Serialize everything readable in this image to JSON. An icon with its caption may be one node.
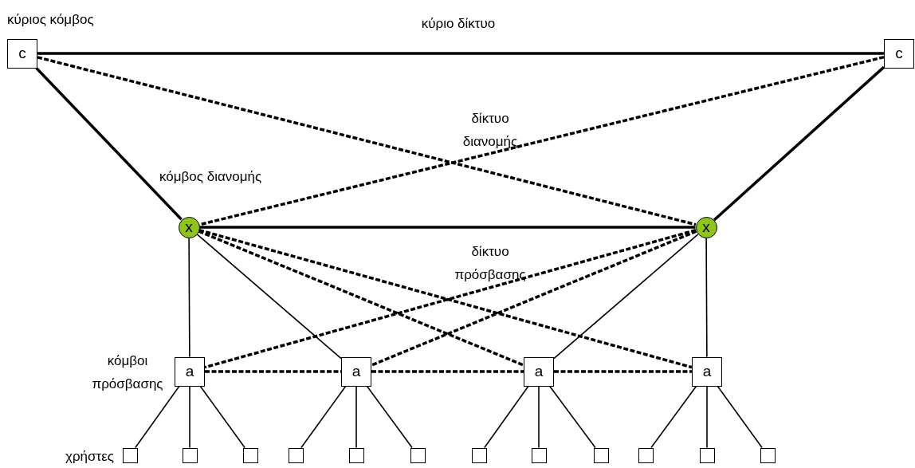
{
  "diagram": {
    "nodes": [
      {
        "text": [
          "c"
        ],
        "beside": [
          "κύριος κόμβος"
        ]
      },
      {
        "text": [
          "c"
        ]
      },
      {
        "text": [
          "x"
        ],
        "beside": [
          "κόμβος διανομής"
        ]
      },
      {
        "text": [
          "x"
        ]
      },
      {
        "text": [
          "a"
        ],
        "beside": [
          "κόμβοι πρόσβασης"
        ]
      },
      {
        "text": [
          "a"
        ]
      },
      {
        "text": [
          "a"
        ]
      },
      {
        "text": [
          "a"
        ]
      },
      {
        "text": [],
        "shape": "box",
        "beside": [
          "χρήστες"
        ]
      },
      {
        "text": [],
        "shape": "box"
      },
      {
        "text": [],
        "shape": "box"
      },
      {
        "text": [],
        "shape": "box"
      },
      {
        "text": [],
        "shape": "box"
      },
      {
        "text": [],
        "shape": "box"
      },
      {
        "text": [],
        "shape": "box"
      },
      {
        "text": [],
        "shape": "box"
      },
      {
        "text": [],
        "shape": "box"
      },
      {
        "text": [],
        "shape": "box"
      },
      {
        "text": [],
        "shape": "box"
      },
      {
        "text": [],
        "shape": "box"
      }
    ],
    "edges": [
      {
        "from": 0,
        "to": 1,
        "arrow": "none",
        "style": "thick"
      },
      {
        "from": 0,
        "to": 2,
        "arrow": "none",
        "style": "thick"
      },
      {
        "from": 1,
        "to": 3,
        "arrow": "none",
        "style": "thick"
      },
      {
        "from": 0,
        "to": 3,
        "arrow": "none",
        "style": "dashed"
      },
      {
        "from": 1,
        "to": 2,
        "arrow": "none",
        "style": "dashed"
      },
      {
        "from": 2,
        "to": 3,
        "arrow": "none",
        "style": "thick"
      },
      {
        "from": 2,
        "to": 4,
        "arrow": "none"
      },
      {
        "from": 2,
        "to": 5,
        "arrow": "none"
      },
      {
        "from": 2,
        "to": 6,
        "arrow": "none",
        "style": "dashed"
      },
      {
        "from": 2,
        "to": 7,
        "arrow": "none",
        "style": "dashed"
      },
      {
        "from": 3,
        "to": 4,
        "arrow": "none",
        "style": "dashed"
      },
      {
        "from": 3,
        "to": 5,
        "arrow": "none",
        "style": "dashed"
      },
      {
        "from": 3,
        "to": 6,
        "arrow": "none"
      },
      {
        "from": 3,
        "to": 7,
        "arrow": "none"
      },
      {
        "from": 4,
        "to": 5,
        "arrow": "none",
        "style": "dashed"
      },
      {
        "from": 5,
        "to": 6,
        "arrow": "none",
        "style": "dashed"
      },
      {
        "from": 6,
        "to": 7,
        "arrow": "none",
        "style": "dashed"
      },
      {
        "from": 4,
        "to": 8,
        "arrow": "none"
      },
      {
        "from": 4,
        "to": 9,
        "arrow": "none"
      },
      {
        "from": 4,
        "to": 10,
        "arrow": "none"
      },
      {
        "from": 5,
        "to": 11,
        "arrow": "none"
      },
      {
        "from": 5,
        "to": 12,
        "arrow": "none"
      },
      {
        "from": 5,
        "to": 13,
        "arrow": "none"
      },
      {
        "from": 6,
        "to": 14,
        "arrow": "none"
      },
      {
        "from": 6,
        "to": 15,
        "arrow": "none"
      },
      {
        "from": 6,
        "to": 16,
        "arrow": "none"
      },
      {
        "from": 7,
        "to": 17,
        "arrow": "none"
      },
      {
        "from": 7,
        "to": 18,
        "arrow": "none"
      },
      {
        "from": 7,
        "to": 19,
        "arrow": "none"
      }
    ],
    "labels": [
      "κύριο δίκτυο",
      "δίκτυο διανομής",
      "δίκτυο πρόσβασης"
    ]
  }
}
